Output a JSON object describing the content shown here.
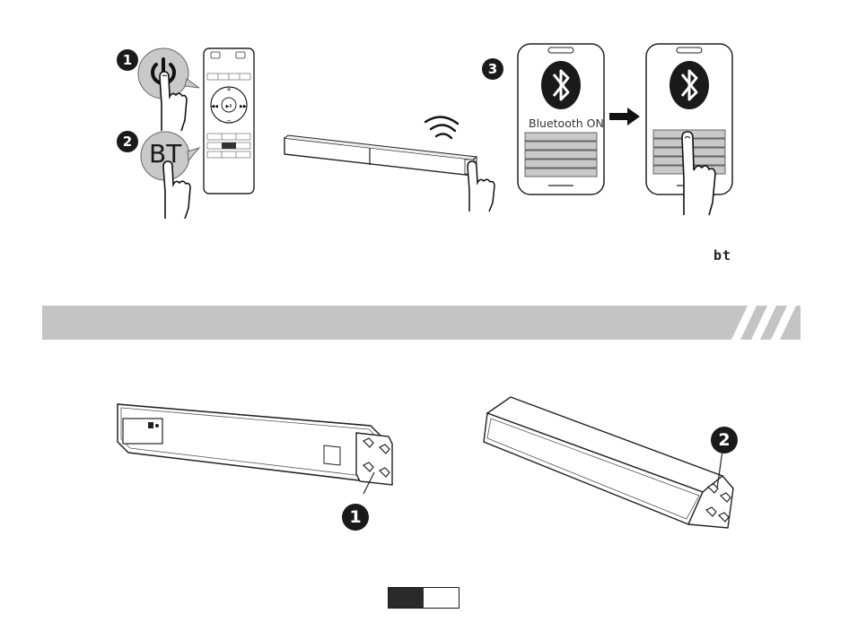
{
  "steps": {
    "step1": "1",
    "step2": "2",
    "step3": "3"
  },
  "remote": {
    "bt_button_text": "BT"
  },
  "phone": {
    "status_text": "Bluetooth ON"
  },
  "display_code": "bt",
  "callouts": {
    "c1": "1",
    "c2": "2"
  },
  "icons": [
    "power-icon",
    "bluetooth-icon",
    "hand-pointer-icon",
    "wireless-signal-icon",
    "arrow-right-icon"
  ]
}
